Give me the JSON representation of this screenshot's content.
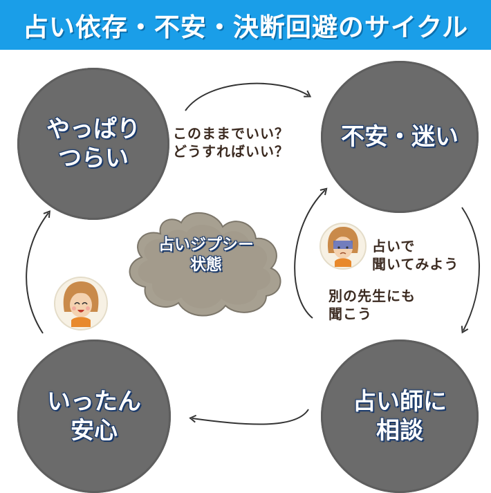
{
  "title": "占い依存・不安・決断回避のサイクル",
  "nodes": {
    "top_left": "やっぱり\nつらい",
    "top_right": "不安・迷い",
    "bottom_right": "占い師に\n相談",
    "bottom_left": "いったん\n安心"
  },
  "center": "占いジプシー\n状態",
  "notes": {
    "top": "このままでいい？\nどうすればいい？",
    "ask": "占いで\n聞いてみよう",
    "other": "別の先生にも\n聞こう"
  },
  "colors": {
    "banner": "#1a9ee8",
    "node_fill": "#6b6b6b",
    "cloud_fill": "#a7a091",
    "arrow": "#333333"
  },
  "icons": {
    "worried_person": "worried-woman-icon",
    "happy_person": "smiling-woman-icon"
  }
}
